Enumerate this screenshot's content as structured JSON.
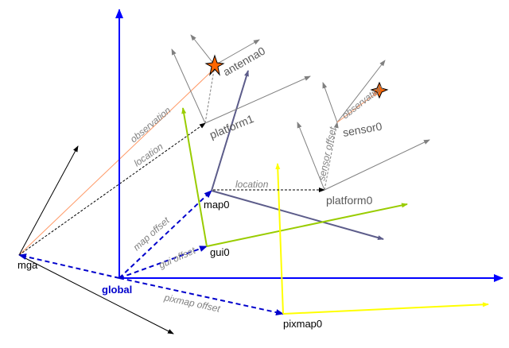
{
  "labels": {
    "mga": "mga",
    "global": "global",
    "map0": "map0",
    "gui0": "gui0",
    "pixmap0": "pixmap0",
    "platform0": "platform0",
    "platform1": "platform1",
    "sensor0": "sensor0",
    "antenna0": "antenna0"
  },
  "edge_labels": {
    "observation_1": "observation",
    "location_1": "location",
    "location_2": "location",
    "sensor_offset": "sensor offset",
    "observation_2": "observation",
    "map_offset": "map offset",
    "gui_offset": "gui offset",
    "pixmap_offset": "pixmap offset"
  },
  "colors": {
    "global_axes": "#0000ff",
    "offset_dashed": "#0000cc",
    "map_axes": "#5c5c8a",
    "gui_axes": "#99cc00",
    "pixmap_axes": "#ffff00",
    "platform_axes": "#808080",
    "observation_ray": "#ff9966",
    "target_marker": "#ff6600"
  }
}
